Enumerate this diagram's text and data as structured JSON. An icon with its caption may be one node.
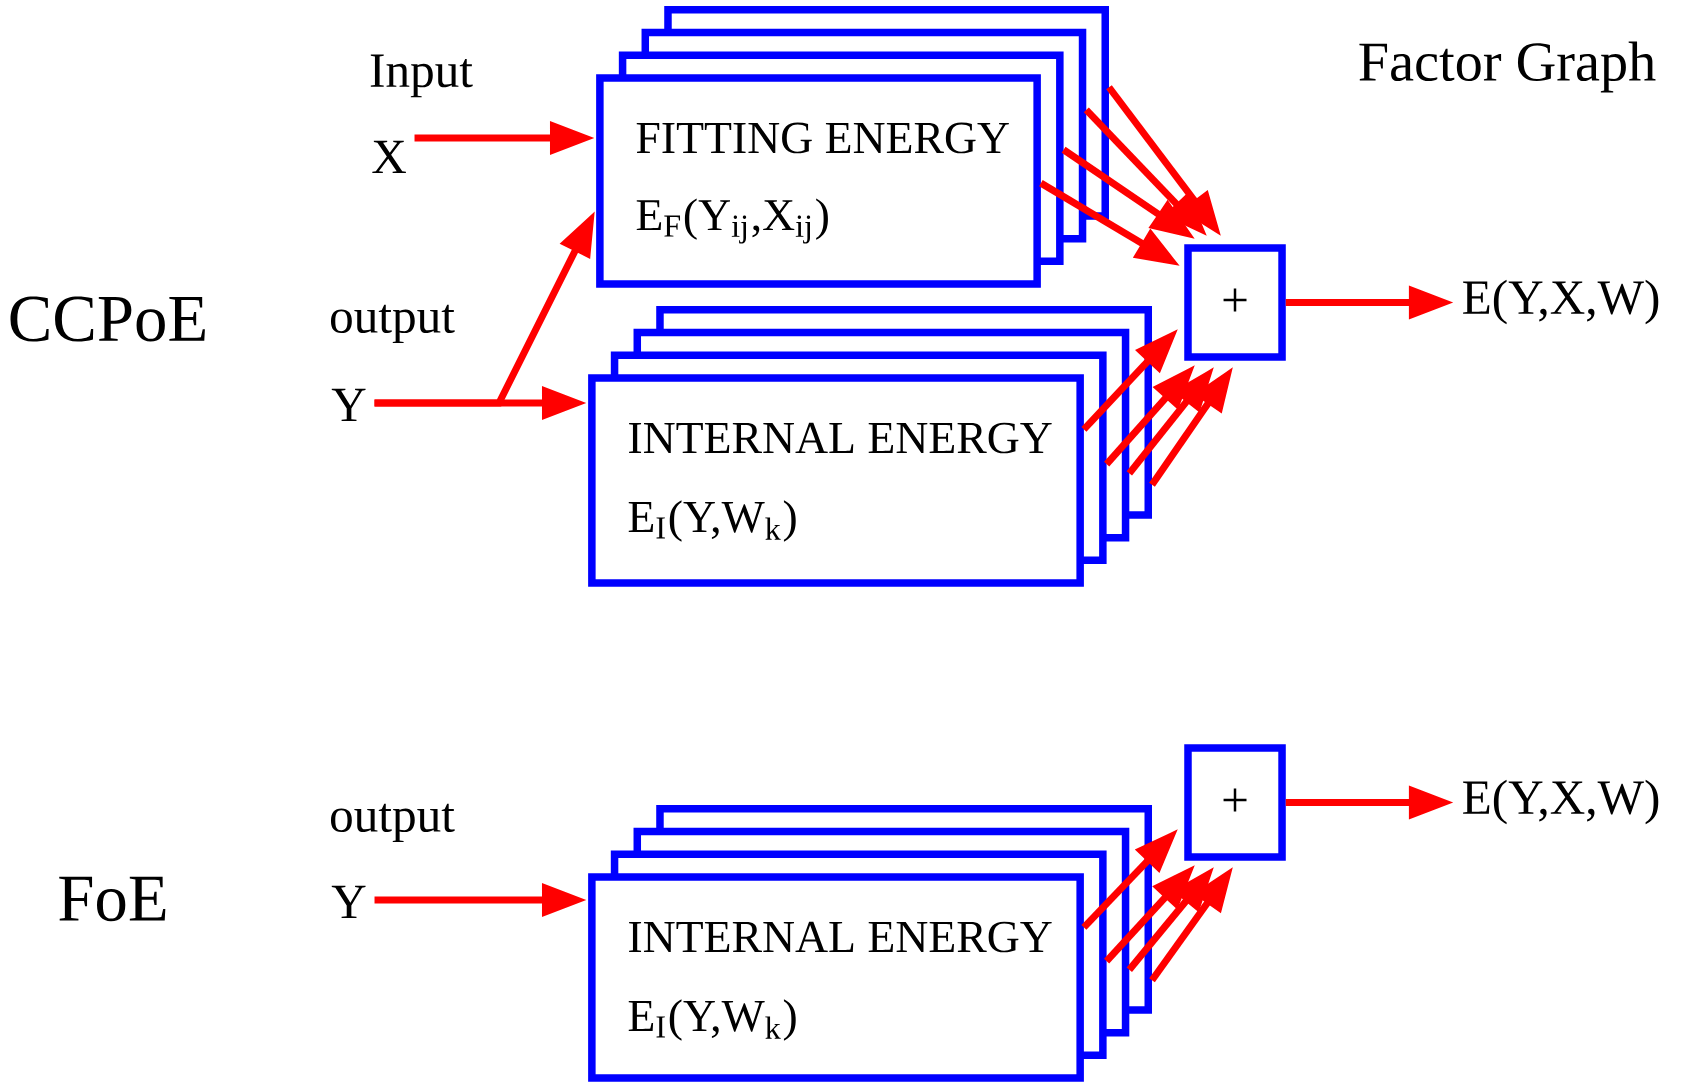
{
  "diagram": {
    "nodes": [
      {
        "text": [
          "X"
        ],
        "beside": [
          "Input"
        ]
      },
      {
        "text": [
          "FITTING ENERGY",
          "E$_{F}$(Y$_{ij}$,X$_{ij}$)"
        ]
      },
      {
        "text": [
          "Y"
        ],
        "beside": [
          "output"
        ]
      },
      {
        "text": [
          "INTERNAL ENERGY",
          "E$_{I}$(Y,W$_{k}$)"
        ]
      },
      {
        "text": [
          "+"
        ]
      },
      {
        "text": [
          "E(Y,X,W)"
        ]
      },
      {
        "text": [
          "Y"
        ],
        "beside": [
          "output"
        ]
      },
      {
        "text": [
          "INTERNAL ENERGY",
          "E$_{I}$(Y,W$_{k}$)"
        ]
      },
      {
        "text": [
          "+"
        ]
      },
      {
        "text": [
          "E(Y,X,W)"
        ]
      }
    ],
    "edges": [
      {
        "from": 0,
        "to": 1,
        "arrow": "to"
      },
      {
        "from": 2,
        "to": 1,
        "arrow": "to"
      },
      {
        "from": 2,
        "to": 3,
        "arrow": "to"
      },
      {
        "from": 1,
        "to": 4,
        "arrow": "to"
      },
      {
        "from": 1,
        "to": 4,
        "arrow": "to"
      },
      {
        "from": 1,
        "to": 4,
        "arrow": "to"
      },
      {
        "from": 1,
        "to": 4,
        "arrow": "to"
      },
      {
        "from": 3,
        "to": 4,
        "arrow": "to"
      },
      {
        "from": 3,
        "to": 4,
        "arrow": "to"
      },
      {
        "from": 3,
        "to": 4,
        "arrow": "to"
      },
      {
        "from": 3,
        "to": 4,
        "arrow": "to"
      },
      {
        "from": 4,
        "to": 5,
        "arrow": "to"
      },
      {
        "from": 6,
        "to": 7,
        "arrow": "to"
      },
      {
        "from": 7,
        "to": 8,
        "arrow": "to"
      },
      {
        "from": 7,
        "to": 8,
        "arrow": "to"
      },
      {
        "from": 7,
        "to": 8,
        "arrow": "to"
      },
      {
        "from": 7,
        "to": 8,
        "arrow": "to"
      },
      {
        "from": 8,
        "to": 9,
        "arrow": "to"
      }
    ],
    "labels": [
      "Factor Graph",
      "CCPoE",
      "FoE"
    ]
  }
}
